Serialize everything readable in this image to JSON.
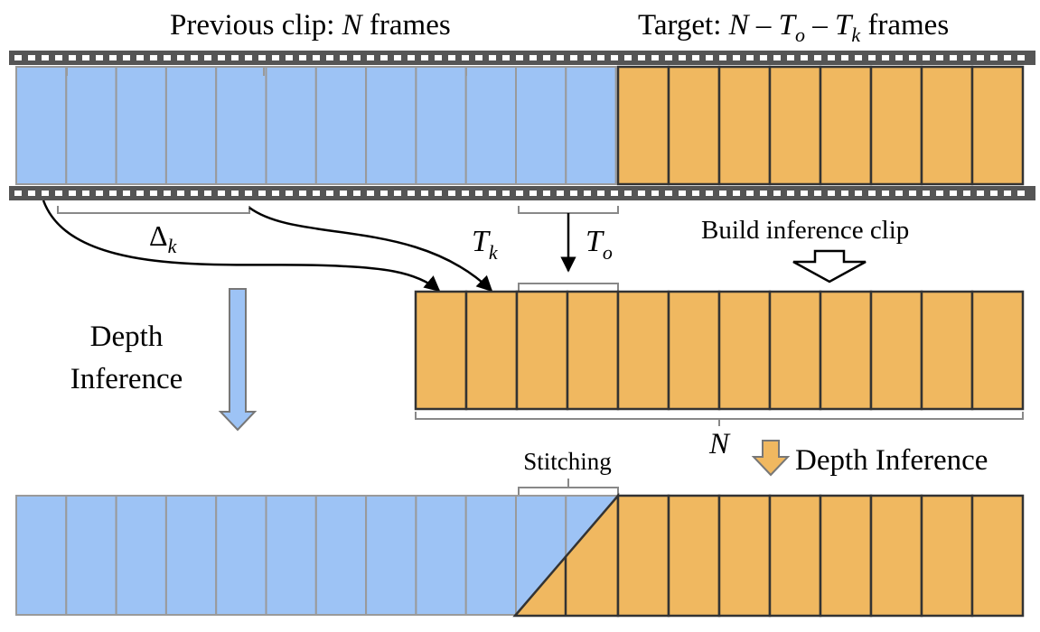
{
  "colors": {
    "prev_frame": "#9dc3f5",
    "target_frame": "#f0b860",
    "film": "#555555",
    "prev_stroke": "#9a9a9a",
    "target_stroke": "#333333",
    "arrow_dark": "#000000"
  },
  "top": {
    "prev_label": "Previous clip:",
    "prev_var": "N",
    "prev_suffix": "frames",
    "target_label": "Target:",
    "target_formula": {
      "n": "N",
      "dash1": "–",
      "t1": "T",
      "t1_sub": "o",
      "dash2": "–",
      "t2": "T",
      "t2_sub": "k"
    },
    "target_suffix": "frames"
  },
  "filmstrip": {
    "prev_frames": 12,
    "target_frames": 8
  },
  "annotations": {
    "delta": "Δ",
    "delta_sub": "k",
    "tk": "T",
    "tk_sub": "k",
    "to": "T",
    "to_sub": "o",
    "build": "Build inference clip",
    "depth_left_line1": "Depth",
    "depth_left_line2": "Inference",
    "n_label": "N",
    "depth_right": "Depth Inference",
    "stitching": "Stitching"
  },
  "inference_clip": {
    "frames": 12
  },
  "result": {
    "prev_frames": 12,
    "target_frames": 8
  }
}
